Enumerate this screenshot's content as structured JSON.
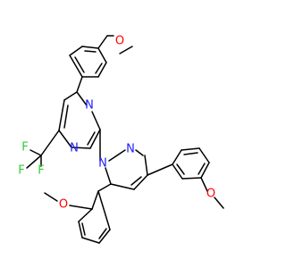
{
  "molecule": {
    "colors": {
      "carbon_bond": "#000000",
      "nitrogen": "#2020ff",
      "oxygen": "#ff0000",
      "fluorine": "#33cc33",
      "background": "#ffffff"
    },
    "labels": {
      "o_top": "O",
      "o_right": "O",
      "o_left": "O",
      "f1": "F",
      "f2": "F",
      "f3": "F",
      "n_pyr_top": "N",
      "n_pyr_bottom": "N",
      "n_pz_sub": "N",
      "n_pz_2": "N"
    }
  }
}
